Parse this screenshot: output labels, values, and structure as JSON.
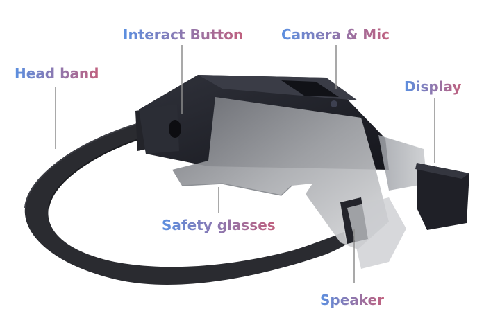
{
  "colors": {
    "gradient_start": "#5b8fe0",
    "gradient_end": "#c0607e",
    "strap": "#2a2b30",
    "body": "#1e1f27",
    "lens": "#a7a9ae",
    "leader": "#8c8c8c"
  },
  "labels": {
    "head_band": "Head band",
    "interact_button": "Interact Button",
    "camera_mic": "Camera & Mic",
    "display": "Display",
    "safety_glasses": "Safety glasses",
    "speaker": "Speaker"
  }
}
